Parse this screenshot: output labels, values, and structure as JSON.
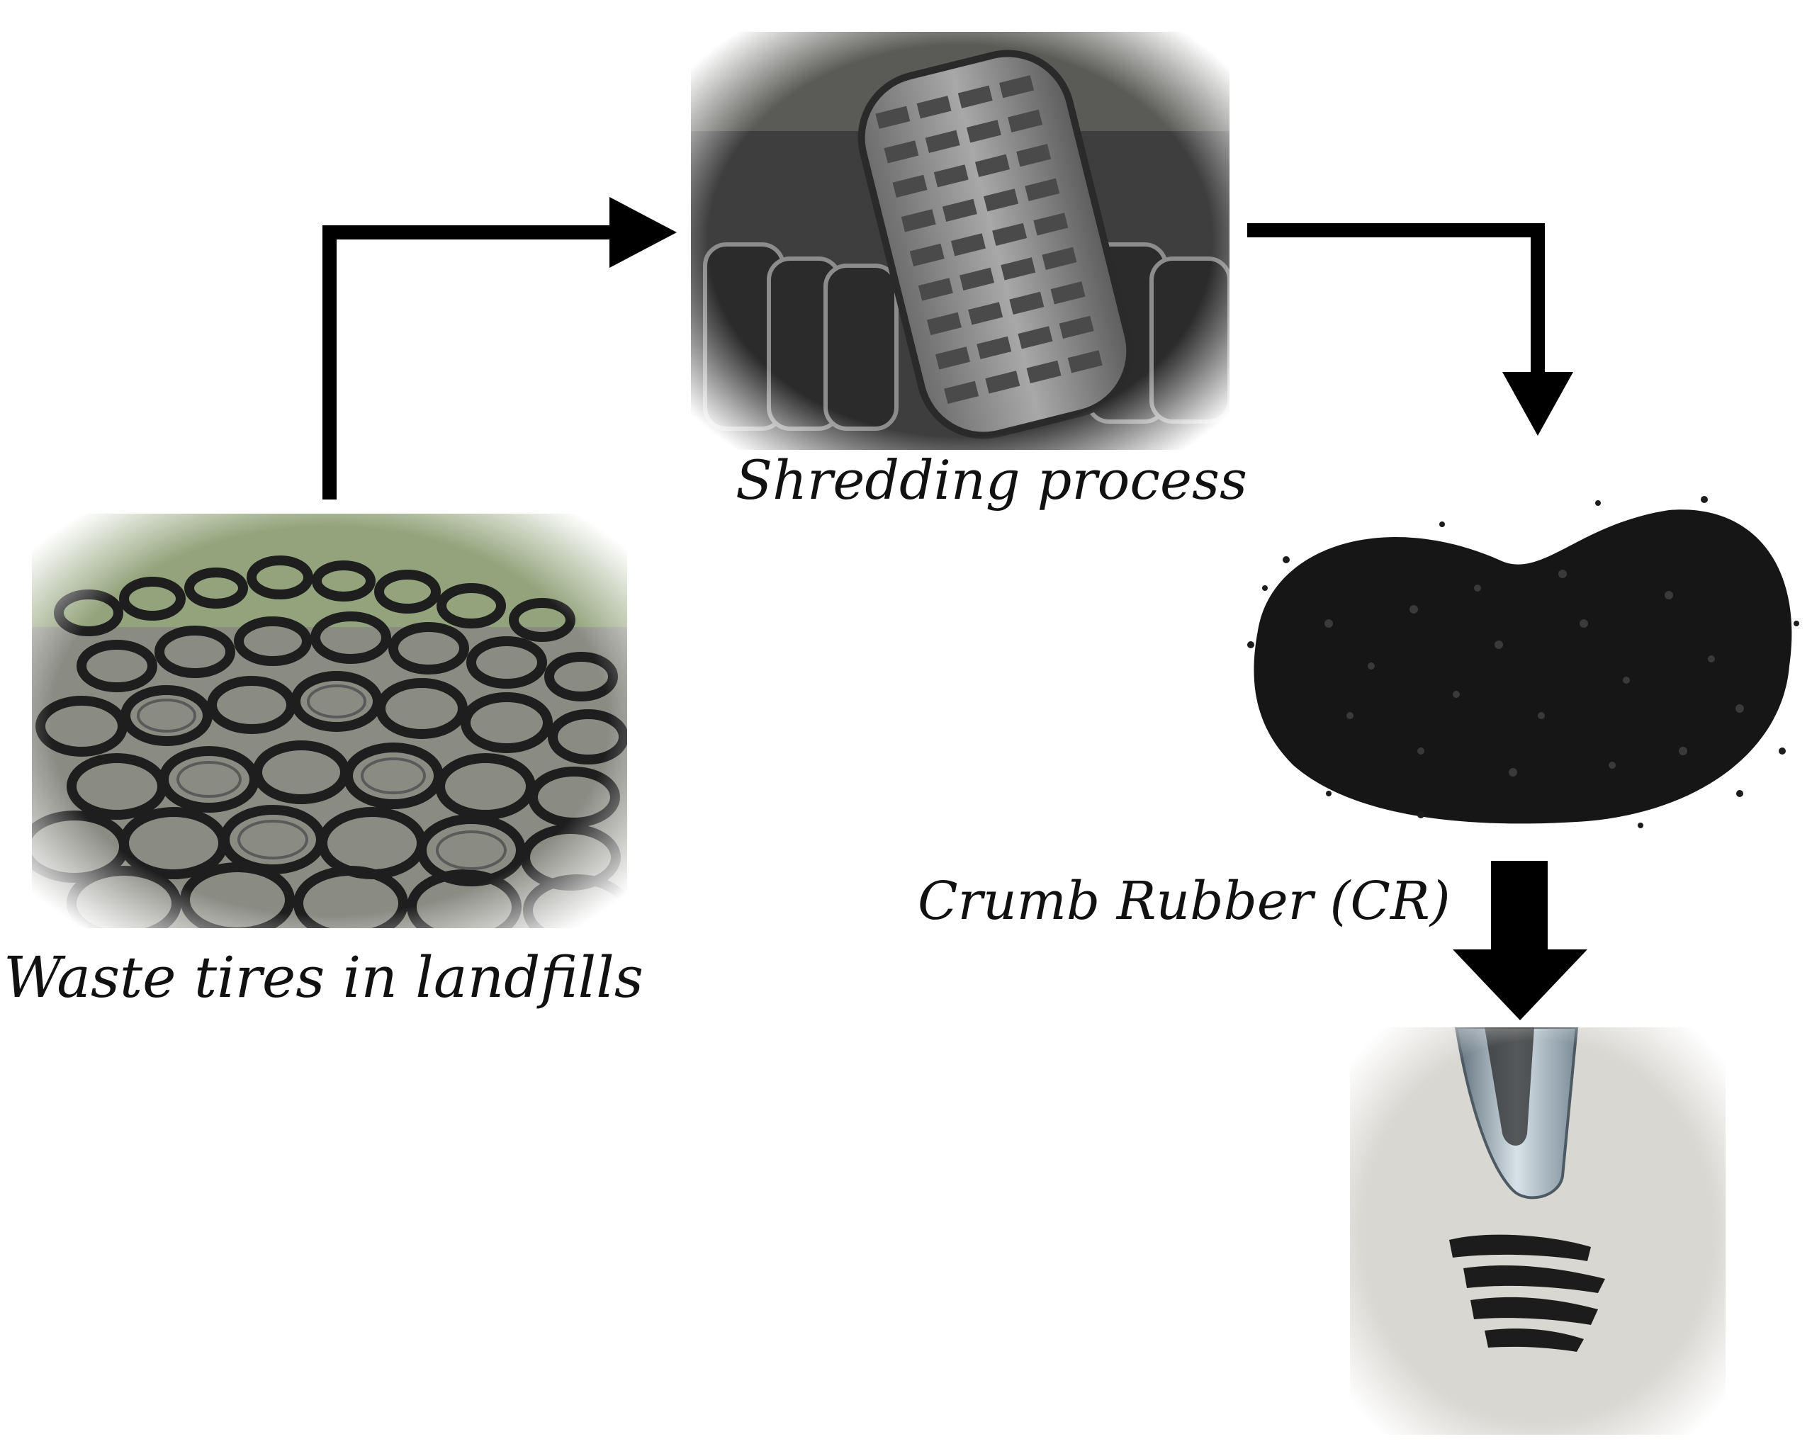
{
  "captions": {
    "waste_tires": "Waste tires in landfills",
    "shredding": "Shredding process",
    "crumb_rubber": "Crumb Rubber (CR)"
  },
  "colors": {
    "arrow": "#000000",
    "text": "#111111",
    "background": "#ffffff"
  },
  "icons": {
    "waste_tires_photo": "tire-pile-photo",
    "shredding_photo": "tire-shredder-photo",
    "crumb_rubber_photo": "crumb-rubber-granules-photo",
    "powder_photo": "rubber-powder-spoon-photo"
  }
}
